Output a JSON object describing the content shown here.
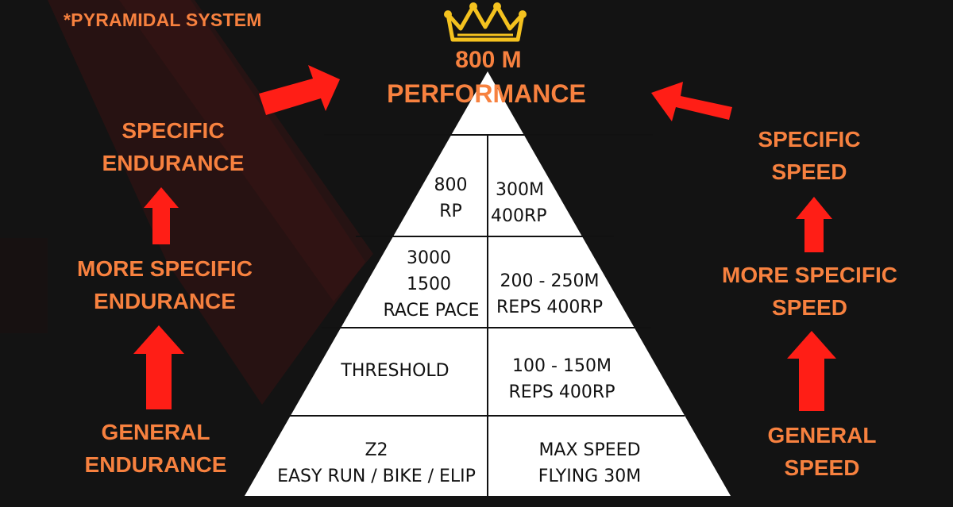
{
  "caption": "*PYRAMIDAL SYSTEM",
  "peak": {
    "line1": "800 M",
    "line2": "PERFORMANCE"
  },
  "left": {
    "top": {
      "line1": "SPECIFIC",
      "line2": "ENDURANCE"
    },
    "middle": {
      "line1": "MORE SPECIFIC",
      "line2": "ENDURANCE"
    },
    "bottom": {
      "line1": "GENERAL",
      "line2": "ENDURANCE"
    }
  },
  "right": {
    "top": {
      "line1": "SPECIFIC",
      "line2": "SPEED"
    },
    "middle": {
      "line1": "MORE SPECIFIC",
      "line2": "SPEED"
    },
    "bottom": {
      "line1": "GENERAL",
      "line2": "SPEED"
    }
  },
  "pyramid": {
    "tier1": {
      "left": [
        "800",
        "RP"
      ],
      "right": [
        "300M",
        "400RP"
      ]
    },
    "tier2": {
      "left": [
        "3000",
        "1500",
        "RACE PACE"
      ],
      "right": [
        "200 - 250M",
        "REPS 400RP"
      ]
    },
    "tier3": {
      "left": [
        "THRESHOLD"
      ],
      "right": [
        "100 - 150M",
        "REPS 400RP"
      ]
    },
    "tier4": {
      "left": [
        "Z2",
        "EASY RUN / BIKE / ELIP"
      ],
      "right": [
        "MAX SPEED",
        "FLYING 30M"
      ]
    }
  },
  "colors": {
    "background": "#131313",
    "accent_text": "#f7813f",
    "arrow": "#ff1e16",
    "pyramid_fill": "#ffffff",
    "crown": "#f4c21f"
  },
  "icons": [
    "crown-icon"
  ]
}
